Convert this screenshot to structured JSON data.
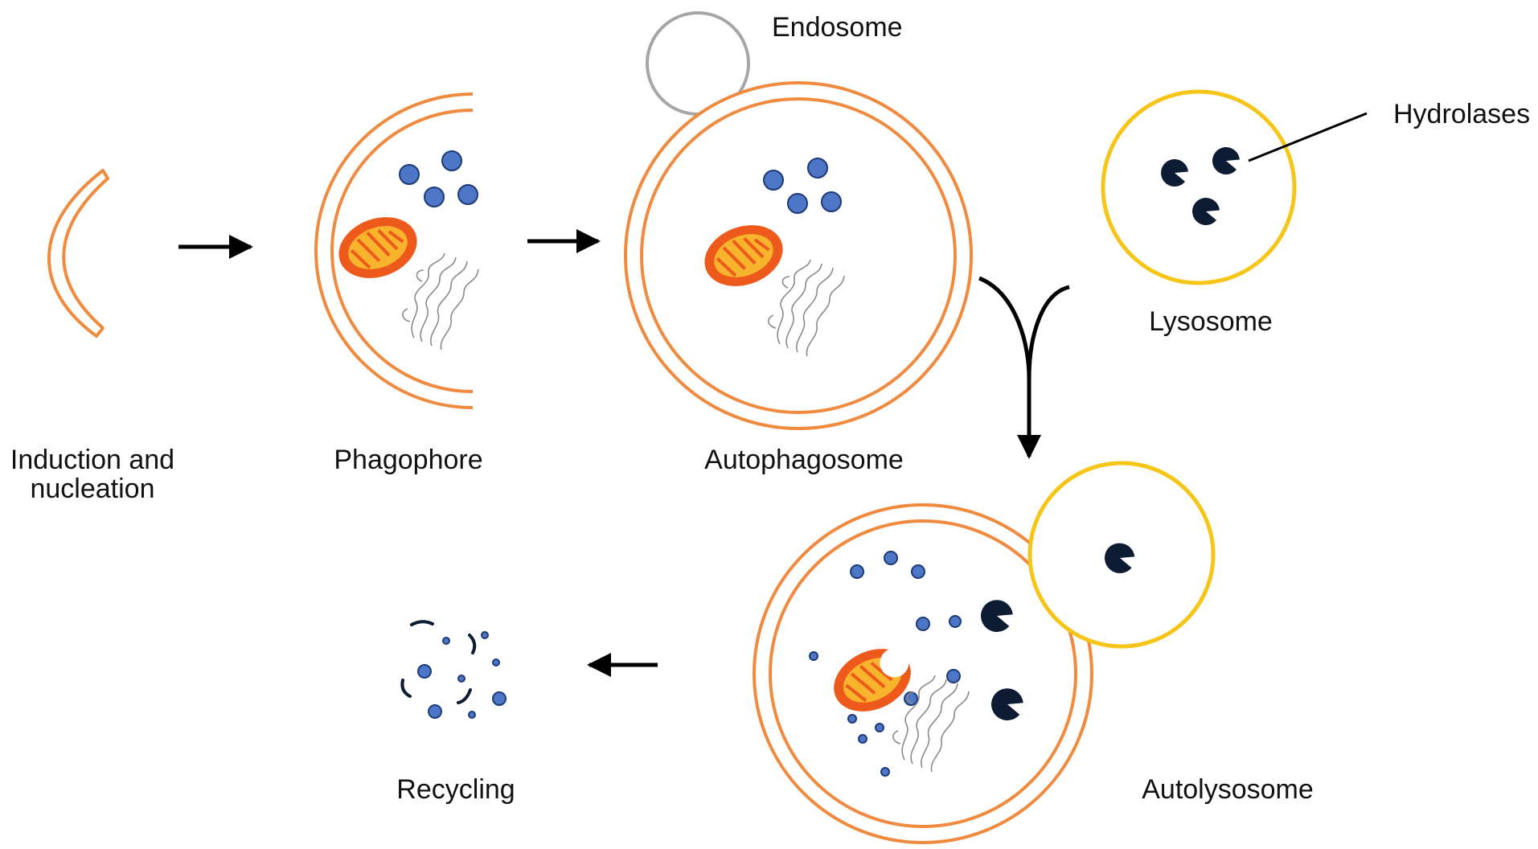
{
  "labels": {
    "induction_line1": "Induction and",
    "induction_line2": "nucleation",
    "phagophore": "Phagophore",
    "autophagosome": "Autophagosome",
    "endosome": "Endosome",
    "lysosome": "Lysosome",
    "hydrolases": "Hydrolases",
    "autolysosome": "Autolysosome",
    "recycling": "Recycling"
  },
  "colors": {
    "membrane": "#f08a3e",
    "lysosome": "#f5c518",
    "endosome": "#a6a6a6",
    "vesicle_fill": "#4d77c6",
    "vesicle_stroke": "#1d3a78",
    "hydrolase": "#0d1b33",
    "mito_outer": "#ee5a1c",
    "mito_inner": "#f7b42c",
    "arrow": "#000000"
  }
}
